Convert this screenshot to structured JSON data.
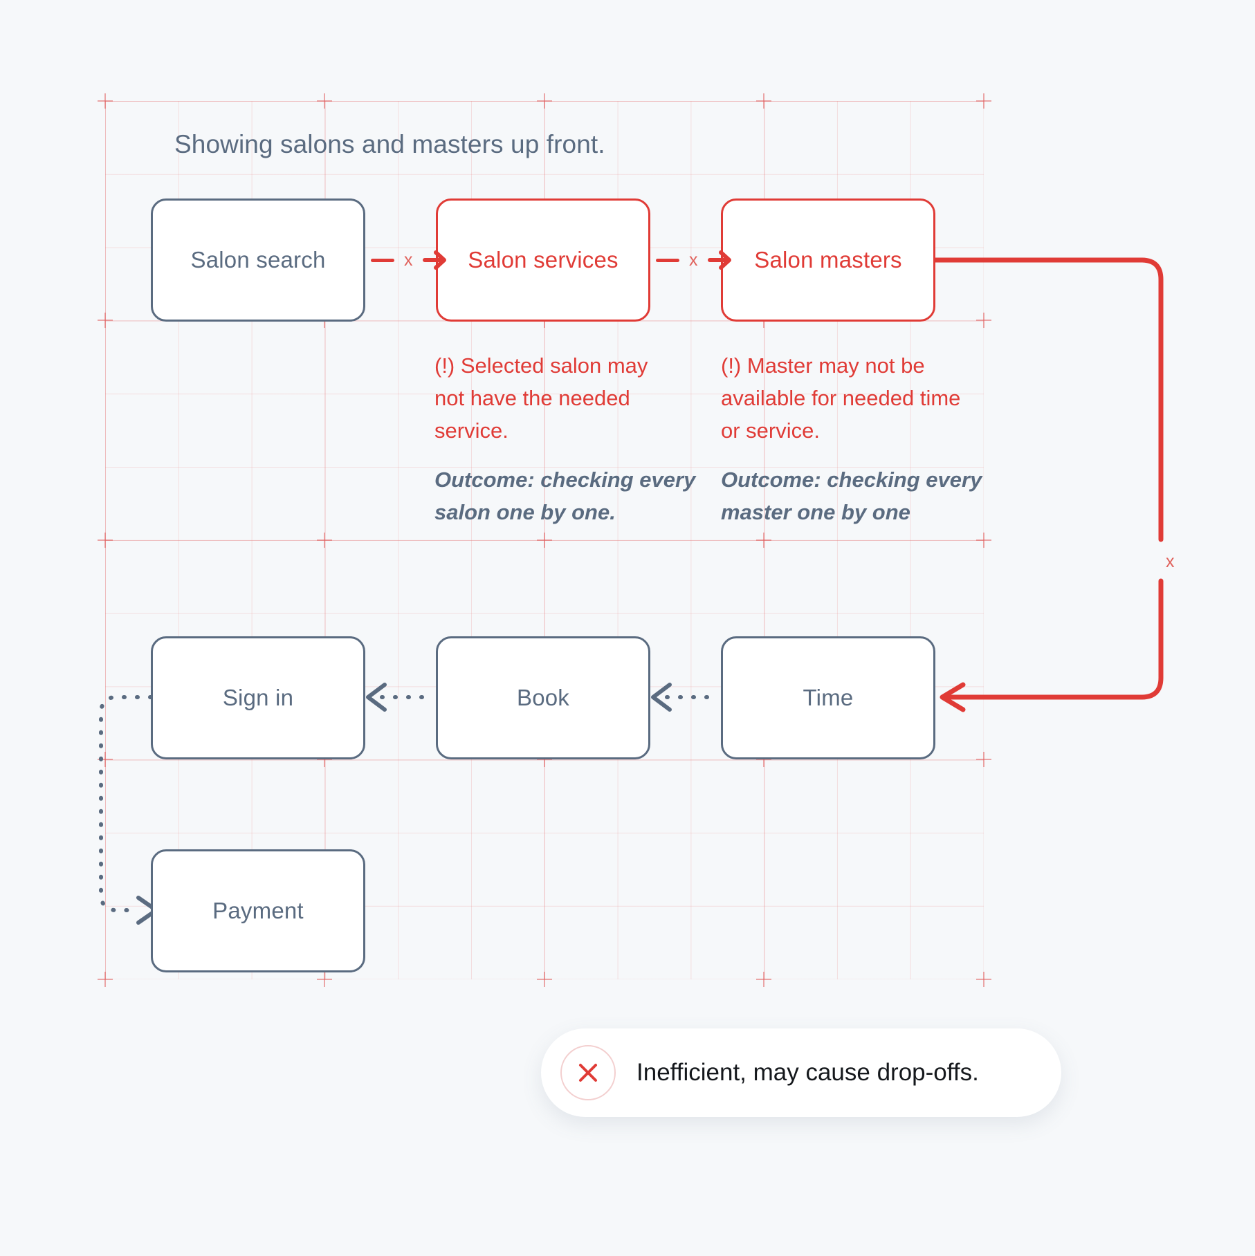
{
  "page": {
    "title": "Showing salons and masters up front.",
    "background_color": "#f6f8fa",
    "grid_color": "#e98282",
    "accent_red": "#e03b36",
    "accent_slate": "#5a6b80"
  },
  "flow": {
    "top_row": [
      {
        "id": "salon-search",
        "label": "Salon search",
        "state": "normal"
      },
      {
        "id": "salon-services",
        "label": "Salon services",
        "state": "error"
      },
      {
        "id": "salon-masters",
        "label": "Salon masters",
        "state": "error"
      }
    ],
    "bottom_row": [
      {
        "id": "sign-in",
        "label": "Sign in",
        "state": "normal"
      },
      {
        "id": "book",
        "label": "Book",
        "state": "normal"
      },
      {
        "id": "time",
        "label": "Time",
        "state": "normal"
      }
    ],
    "final_row": [
      {
        "id": "payment",
        "label": "Payment",
        "state": "normal"
      }
    ]
  },
  "connectors": {
    "search_to_services": {
      "label": "x",
      "style": "solid-red-arrow"
    },
    "services_to_masters": {
      "label": "x",
      "style": "solid-red-arrow"
    },
    "masters_to_time": {
      "label": "x",
      "style": "solid-red-loop"
    },
    "time_to_book": {
      "label": "",
      "style": "dotted-slate-arrow-left"
    },
    "book_to_signin": {
      "label": "",
      "style": "dotted-slate-arrow-left"
    },
    "signin_to_payment": {
      "label": "",
      "style": "dotted-slate-arrow-right"
    }
  },
  "annotations": [
    {
      "id": "services-warning",
      "warning": "(!) Selected salon may not have the needed service.",
      "outcome": "Outcome: checking every salon one by one."
    },
    {
      "id": "masters-warning",
      "warning": "(!) Master may not be available for needed time or service.",
      "outcome": "Outcome: checking every master one by one"
    }
  ],
  "toast": {
    "icon": "x-circle-icon",
    "message": "Inefficient, may cause drop-offs."
  }
}
